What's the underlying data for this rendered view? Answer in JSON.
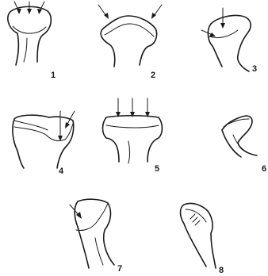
{
  "figure": {
    "panels": [
      {
        "label": "1"
      },
      {
        "label": "2"
      },
      {
        "label": "3"
      },
      {
        "label": "4"
      },
      {
        "label": "5"
      },
      {
        "label": "6"
      },
      {
        "label": "7"
      },
      {
        "label": "8"
      }
    ]
  }
}
